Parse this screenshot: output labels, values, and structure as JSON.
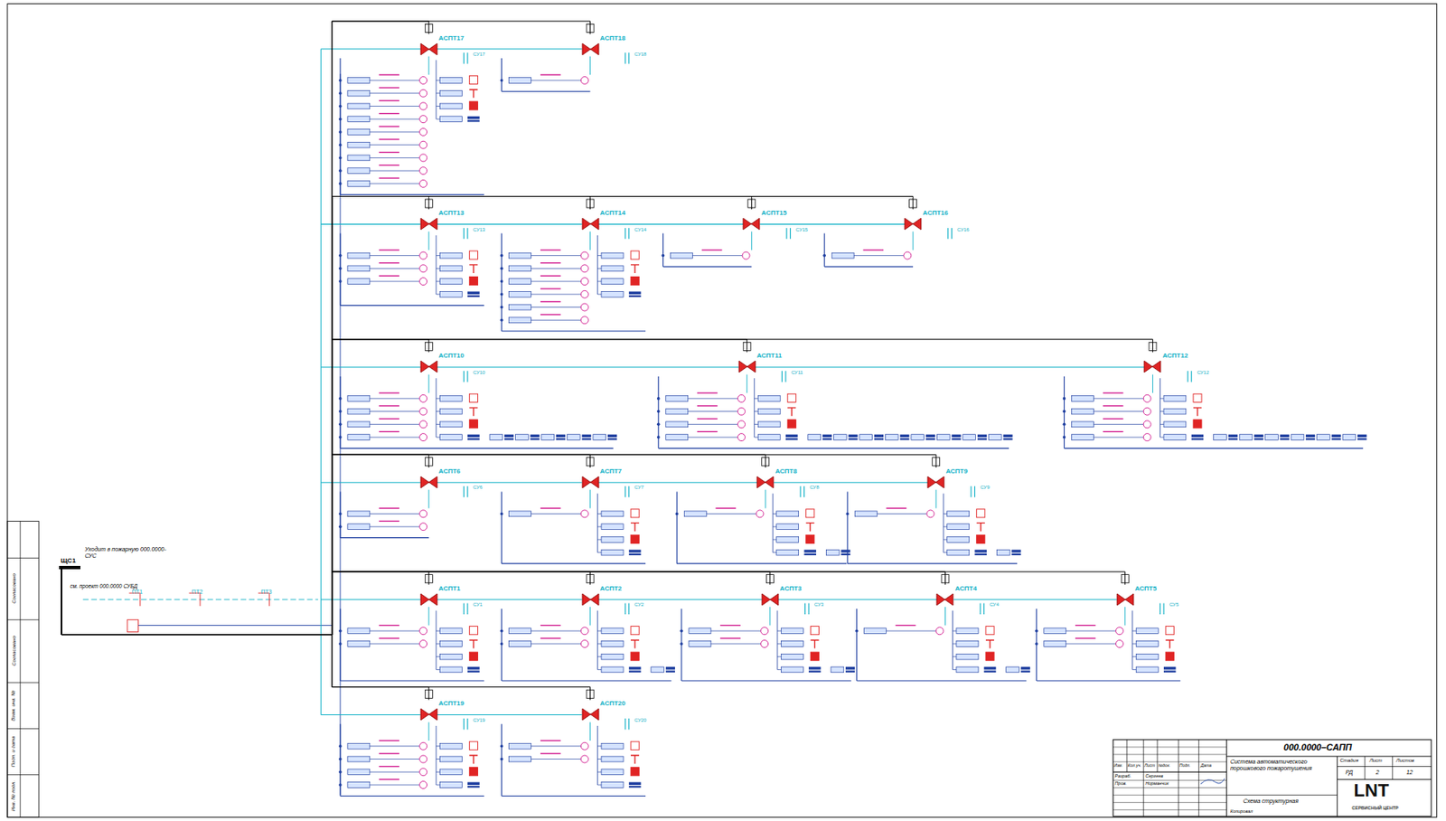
{
  "diagram": {
    "nodes": [
      {
        "text": [
          "ЩС1"
        ]
      },
      {
        "text": [
          "АСПТ17"
        ]
      },
      {
        "text": [
          "АСПТ18"
        ]
      },
      {
        "text": [
          "АСПТ13"
        ]
      },
      {
        "text": [
          "АСПТ14"
        ]
      },
      {
        "text": [
          "АСПТ15"
        ]
      },
      {
        "text": [
          "АСПТ16"
        ]
      },
      {
        "text": [
          "АСПТ10"
        ]
      },
      {
        "text": [
          "АСПТ11"
        ]
      },
      {
        "text": [
          "АСПТ12"
        ]
      },
      {
        "text": [
          "АСПТ6"
        ]
      },
      {
        "text": [
          "АСПТ7"
        ]
      },
      {
        "text": [
          "АСПТ8"
        ]
      },
      {
        "text": [
          "АСПТ9"
        ]
      },
      {
        "text": [
          "АСПТ1"
        ]
      },
      {
        "text": [
          "АСПТ2"
        ]
      },
      {
        "text": [
          "АСПТ3"
        ]
      },
      {
        "text": [
          "АСПТ4"
        ]
      },
      {
        "text": [
          "АСПТ5"
        ]
      },
      {
        "text": [
          "АСПТ19"
        ]
      },
      {
        "text": [
          "АСПТ20"
        ]
      }
    ],
    "edges": [
      {
        "from": 0,
        "to": 1,
        "arrow": "none"
      },
      {
        "from": 0,
        "to": 2,
        "arrow": "none"
      },
      {
        "from": 0,
        "to": 3,
        "arrow": "none"
      },
      {
        "from": 0,
        "to": 4,
        "arrow": "none"
      },
      {
        "from": 0,
        "to": 5,
        "arrow": "none"
      },
      {
        "from": 0,
        "to": 6,
        "arrow": "none"
      },
      {
        "from": 0,
        "to": 7,
        "arrow": "none"
      },
      {
        "from": 0,
        "to": 8,
        "arrow": "none"
      },
      {
        "from": 0,
        "to": 9,
        "arrow": "none"
      },
      {
        "from": 0,
        "to": 10,
        "arrow": "none"
      },
      {
        "from": 0,
        "to": 11,
        "arrow": "none"
      },
      {
        "from": 0,
        "to": 12,
        "arrow": "none"
      },
      {
        "from": 0,
        "to": 13,
        "arrow": "none"
      },
      {
        "from": 0,
        "to": 14,
        "arrow": "none"
      },
      {
        "from": 0,
        "to": 15,
        "arrow": "none"
      },
      {
        "from": 0,
        "to": 16,
        "arrow": "none"
      },
      {
        "from": 0,
        "to": 17,
        "arrow": "none"
      },
      {
        "from": 0,
        "to": 18,
        "arrow": "none"
      },
      {
        "from": 0,
        "to": 19,
        "arrow": "none"
      },
      {
        "from": 0,
        "to": 20,
        "arrow": "none"
      }
    ],
    "labels": [
      "Уходит в пожарную 000.0000-СУС",
      "см. проект 000.0000 СУБД",
      "ПТ1",
      "ПТ2",
      "ПТ3",
      "000.0000–САПП",
      "Система автоматического порошкового пожаротушения",
      "Схема структурная",
      "Стадия",
      "Лист",
      "Листов",
      "РД",
      "2",
      "12",
      "Изм.",
      "Кол.уч.",
      "Лист",
      "№док.",
      "Подп.",
      "Дата",
      "Разраб.",
      "Пров.",
      "Сергеев",
      "Норманчик",
      "LNT",
      "СЕРВИСНЫЙ ЦЕНТР",
      "Копировал",
      "Согласовано",
      "Согласовано",
      "Взам. инв. №",
      "Подп. и дата",
      "Инв. № подл.",
      "СУ17",
      "СУ18",
      "СУ13",
      "СУ14",
      "СУ15",
      "СУ16",
      "СУ10",
      "СУ11",
      "СУ12",
      "СУ6",
      "СУ7",
      "СУ8",
      "СУ9",
      "СУ1",
      "СУ2",
      "СУ3",
      "СУ4",
      "СУ5",
      "СУ19",
      "СУ20"
    ]
  }
}
